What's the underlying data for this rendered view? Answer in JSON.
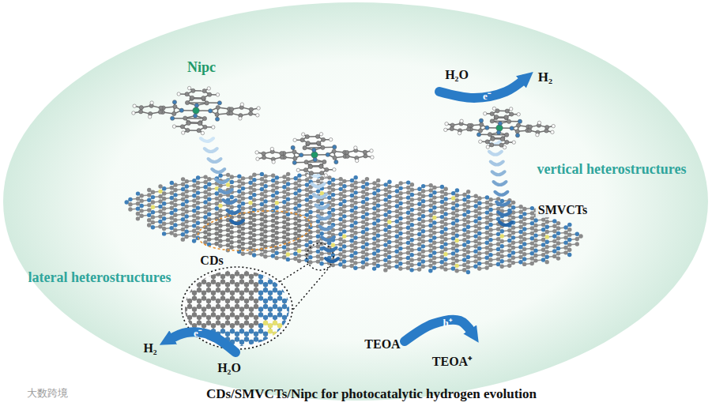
{
  "diagram": {
    "caption": "CDs/SMVCTs/Nipc for photocatalytic hydrogen evolution",
    "labels": [
      "Nipc",
      "H₂O",
      "H₂",
      "e⁻",
      "vertical heterostructures",
      "SMVCTs",
      "CDs",
      "lateral heterostructures",
      "H₂",
      "e⁻",
      "H₂O",
      "TEOA",
      "h⁺",
      "TEOA⁺",
      "大数跨境"
    ]
  }
}
